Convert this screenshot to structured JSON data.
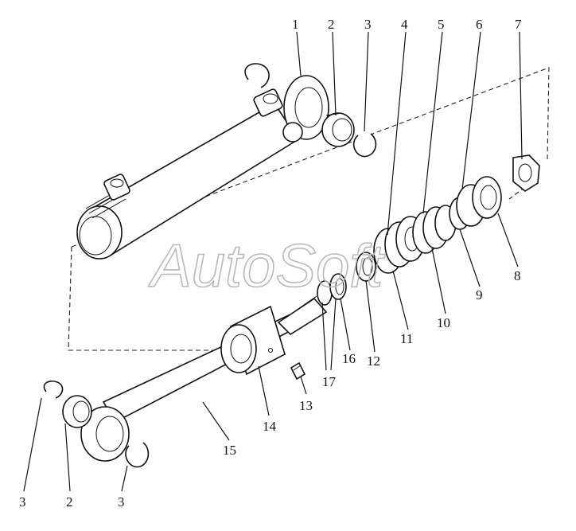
{
  "watermark": "AutoSoft",
  "callouts": [
    {
      "id": "c1",
      "text": "1"
    },
    {
      "id": "c2",
      "text": "2"
    },
    {
      "id": "c3",
      "text": "3"
    },
    {
      "id": "c4",
      "text": "4"
    },
    {
      "id": "c5",
      "text": "5"
    },
    {
      "id": "c6",
      "text": "6"
    },
    {
      "id": "c7",
      "text": "7"
    },
    {
      "id": "c8",
      "text": "8"
    },
    {
      "id": "c9",
      "text": "9"
    },
    {
      "id": "c10",
      "text": "10"
    },
    {
      "id": "c11",
      "text": "11"
    },
    {
      "id": "c12",
      "text": "12"
    },
    {
      "id": "c13",
      "text": "13"
    },
    {
      "id": "c14",
      "text": "14"
    },
    {
      "id": "c15",
      "text": "15"
    },
    {
      "id": "c16",
      "text": "16"
    },
    {
      "id": "c17",
      "text": "17"
    },
    {
      "id": "c3b",
      "text": "3"
    },
    {
      "id": "c2b",
      "text": "2"
    },
    {
      "id": "c3c",
      "text": "3"
    }
  ]
}
